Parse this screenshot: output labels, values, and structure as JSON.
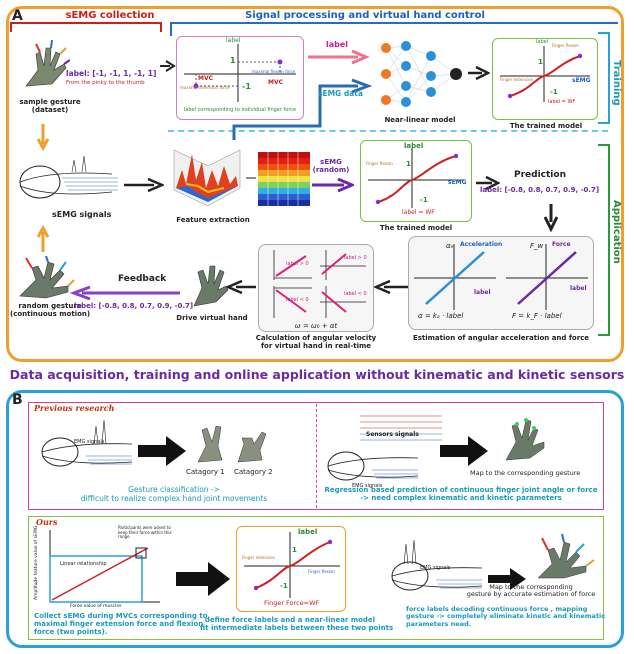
{
  "panelA": {
    "letter": "A",
    "semg_collection": "sEMG collection",
    "signal_processing": "Signal processing and virtual hand control",
    "training": "Training",
    "application": "Application",
    "label_vec": "label: [-1, -1, 1, -1, 1]",
    "label_note": "From the pinky to the thumb",
    "sample_gesture": "sample gesture\n(dataset)",
    "semg_signals": "sEMG signals",
    "random_gesture": "random gesture\n(continuous motion)",
    "box1": {
      "ylabel": "label",
      "p1": "1",
      "m1": "-1",
      "mvc_left": "MVC",
      "mvc_right": "MVC",
      "ext": "maximal extension force",
      "flex": "maximal flexion force",
      "caption": "label corresponding to individual finger force"
    },
    "arrow_label": "label",
    "arrow_semg": "sEMG data",
    "near_linear": "Near-linear model",
    "trained_top": {
      "ylabel": "label",
      "flex": "Finger flexion",
      "semg": "sEMG",
      "ext": "Finger extension",
      "p1": "1",
      "m1": "-1",
      "wf": "label = WF",
      "caption": "The trained model"
    },
    "feature_extraction": "Feature extraction",
    "semg_random": "sEMG\n(random)",
    "trained_mid": {
      "ylabel": "label",
      "flex": "Finger flexion",
      "semg": "sEMG",
      "p1": "1",
      "m1": "-1",
      "wf": "label = WF",
      "caption": "The trained model"
    },
    "prediction": "Prediction",
    "pred_vec": "label: [-0.8, 0.8, 0.7, 0.9, -0.7]",
    "feedback": "Feedback",
    "feedback_vec": "label: [-0.8, 0.8, 0.7, 0.9, -0.7]",
    "velocity": {
      "w": "ω",
      "t": "t",
      "g1": "label > 0",
      "g2": "label > 0",
      "g3": "label < 0",
      "g4": "label < 0",
      "eq": "ω = ω₀ + αt",
      "caption": "Calculation of angular velocity\nfor virtual hand in real-time"
    },
    "drive": "Drive virtual hand",
    "accel": {
      "alpha": "αₑ",
      "accel_label": "Acceleration",
      "force_label": "Force",
      "fw": "F_w",
      "label": "label",
      "eq1": "α = kₐ · label",
      "eq2": "F = k_F · label",
      "caption": "Estimation of angular acceleration and force"
    }
  },
  "title": "Data acquisition, training and online application without kinematic and kinetic sensors",
  "panelB": {
    "letter": "B",
    "previous": "Previous research",
    "emg_signals": "EMG signals",
    "cat1": "Catagory 1",
    "cat2": "Catagory 2",
    "prev_left_caption": "Gesture classification ->\ndifficult to realize complex hand joint movements",
    "sensors": "Sensors signals",
    "emg2": "EMG signals",
    "map1": "Map to the corresponding gesture",
    "prev_right_caption": "Regression based prediction of continuous finger joint angle or force\n-> need complex kinematic and kinetic parameters",
    "ours": "Ours",
    "ours_chart": {
      "ylabel": "Amplitude feature value of sEMG",
      "xlabel": "Force value of muscles",
      "linear": "Linear relationship",
      "note": "Participants were asked to keep their force within this range"
    },
    "ours_left_caption": "Collect sEMG during MVCs corresponding to\nmaximal finger extension force and flexion\nforce (two points).",
    "mid_chart": {
      "ylabel": "label",
      "ext": "Finger extension",
      "flex": "Finger flexion",
      "p1": "1",
      "m1": "-1",
      "xlabel": "Finger Force=WF"
    },
    "ours_mid_caption": "define force labels and a near-linear model\nfit intermediate labels between these two points",
    "emg3": "EMG signals",
    "map2": "Map to the corresponding\ngesture by accurate estimation of force",
    "ours_right_caption": "force labels decoding continuous force , mapping\ngesture -> completely eliminate kinetic and kinematic\nparameters need."
  },
  "colors": {
    "orange": "#f0a02a",
    "blue": "#2aa0d8",
    "purple": "#6a2aa0",
    "red": "#d01e1e",
    "green": "#2a9a3a",
    "magenta": "#c81e8c"
  }
}
